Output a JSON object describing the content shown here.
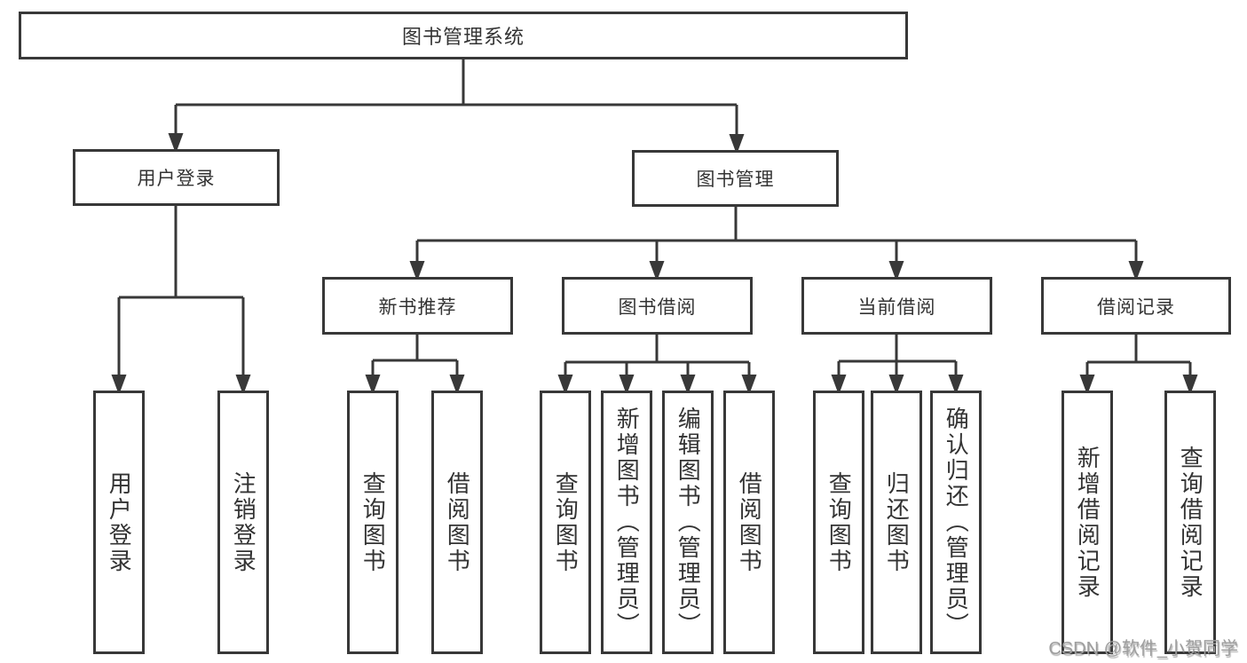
{
  "diagram": {
    "root_label": "图书管理系统",
    "level2": [
      {
        "label": "用户登录",
        "leaves": [
          "用户登录",
          "注销登录"
        ]
      },
      {
        "label": "图书管理",
        "level3": [
          {
            "label": "新书推荐",
            "leaves": [
              "查询图书",
              "借阅图书"
            ]
          },
          {
            "label": "图书借阅",
            "leaves": [
              "查询图书",
              "新增图书（管理员）",
              "编辑图书（管理员）",
              "借阅图书"
            ]
          },
          {
            "label": "当前借阅",
            "leaves": [
              "查询图书",
              "归还图书",
              "确认归还（管理员）"
            ]
          },
          {
            "label": "借阅记录",
            "leaves": [
              "新增借阅记录",
              "查询借阅记录"
            ]
          }
        ]
      }
    ]
  },
  "watermark": {
    "text": "CSDN @软件_小贺同学"
  },
  "colors": {
    "line": "#383838",
    "box_border": "#383838",
    "text": "#333333",
    "watermark": "#9e9e9e",
    "background": "#ffffff"
  }
}
